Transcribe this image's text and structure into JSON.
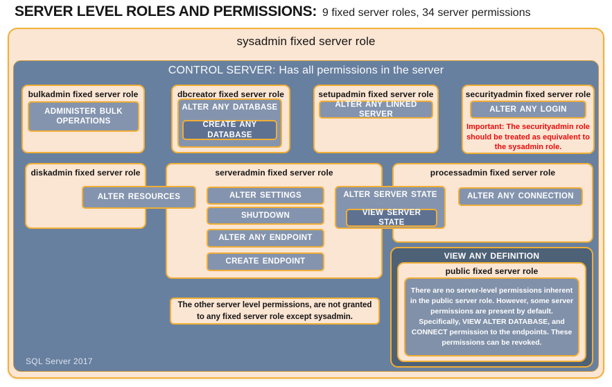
{
  "header": {
    "title": "SERVER LEVEL ROLES AND PERMISSIONS:",
    "subtitle": "9 fixed server roles, 34 server permissions"
  },
  "sysadmin_box": {
    "title": "sysadmin fixed server role"
  },
  "control_server_box": {
    "title": "CONTROL SERVER: Has all permissions in the server",
    "footer_label": "SQL Server 2017"
  },
  "roles": {
    "bulkadmin": {
      "title": "bulkadmin fixed server role",
      "permissions": [
        "ADMINISTER BULK OPERATIONS"
      ]
    },
    "dbcreator": {
      "title": "dbcreator fixed server role",
      "permissions": [
        "ALTER ANY DATABASE",
        "CREATE ANY DATABASE"
      ]
    },
    "setupadmin": {
      "title": "setupadmin fixed server role",
      "permissions": [
        "ALTER ANY LINKED SERVER"
      ]
    },
    "securityadmin": {
      "title": "securityadmin fixed server role",
      "permissions": [
        "ALTER ANY LOGIN"
      ],
      "warning": "Important: The securityadmin role should be treated as equivalent to the sysadmin role."
    },
    "diskadmin": {
      "title": "diskadmin fixed server role",
      "permissions": [
        "ALTER RESOURCES"
      ]
    },
    "serveradmin": {
      "title": "serveradmin fixed server role",
      "permissions": [
        "ALTER SETTINGS",
        "SHUTDOWN",
        "ALTER ANY ENDPOINT",
        "CREATE ENDPOINT",
        "ALTER SERVER STATE",
        "VIEW SERVER STATE"
      ]
    },
    "processadmin": {
      "title": "processadmin fixed server role",
      "permissions": [
        "ALTER ANY CONNECTION"
      ]
    },
    "public": {
      "container_permission": "VIEW ANY DEFINITION",
      "title": "public fixed server role",
      "note": "There are no server-level permissions inherent in the public server role. However, some server permissions are present by default. Specifically, VIEW ALTER DATABASE, and CONNECT permission to the endpoints. These permissions can be revoked."
    }
  },
  "footnote": "The other server level permissions, are not granted to any fixed server role except sysadmin.",
  "colors": {
    "outer_fill": "#FBE5D3",
    "gold_border": "#F1AE35",
    "control_fill": "#68809F",
    "permission_fill": "#8494AE",
    "permission_dark_fill": "#5E7191",
    "definition_fill": "#4D6177",
    "warning_text": "#E60C0C"
  }
}
